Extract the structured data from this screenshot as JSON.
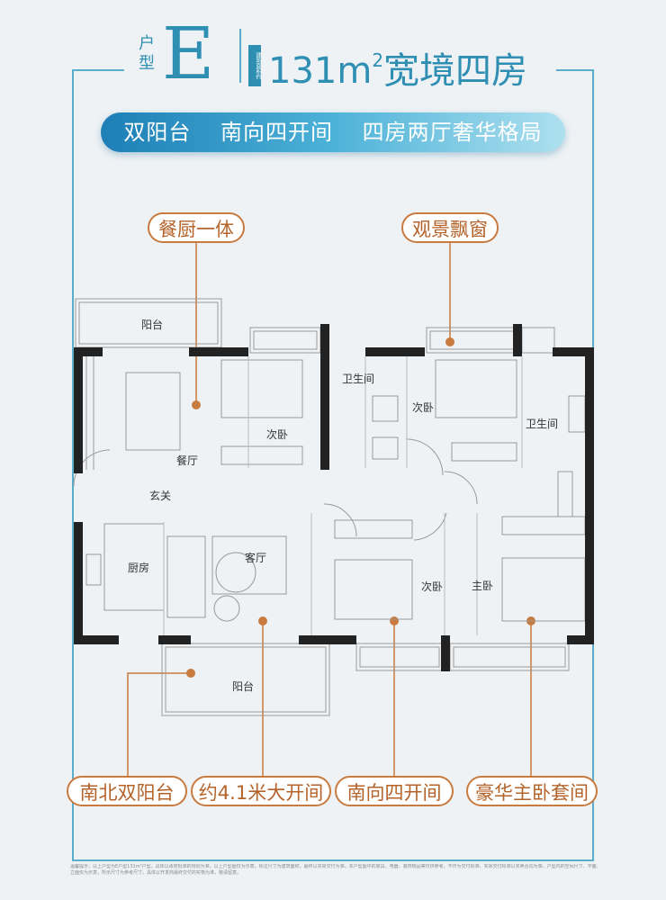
{
  "header": {
    "type_label": "户型",
    "type_letter": "E",
    "badge": "建筑面积约",
    "area_number": "131m",
    "area_sup": "2",
    "area_suffix": "宽境四房"
  },
  "tagline": {
    "items": [
      "双阳台",
      "南向四开间",
      "四房两厅奢华格局"
    ]
  },
  "callouts": {
    "dining_kitchen": "餐厨一体",
    "bay_window": "观景飘窗",
    "double_balcony": "南北双阳台",
    "wide_opening": "约4.1米大开间",
    "south_rooms": "南向四开间",
    "master_suite": "豪华主卧套间"
  },
  "rooms": {
    "north_balcony": "阳台",
    "dining": "餐厅",
    "entrance": "玄关",
    "kitchen": "厨房",
    "living": "客厅",
    "south_balcony": "阳台",
    "bedroom_nw": "次卧",
    "bathroom_1": "卫生间",
    "bedroom_ne": "次卧",
    "bathroom_2": "卫生间",
    "bedroom_s": "次卧",
    "master": "主卧"
  },
  "disclaimer": "温馨提示：以上户型为E户型131m²户型，具体以政府批准的规划为准，以上户型图仅为示意，标注尺寸为建筑面积，最终以实际交付为准。本户型图中的家具、电器、装饰物品等仅供参考，不作为交付标准，实际交付标准以买卖合同为准。户型内的空间尺寸、平面、立面仅为示意，所示尺寸为参考尺寸，具体以开发商最终交付的实物为准，敬请留意。",
  "colors": {
    "brand_blue": "#2e8fb3",
    "callout_orange": "#c97a3e",
    "wall": "#222222"
  }
}
